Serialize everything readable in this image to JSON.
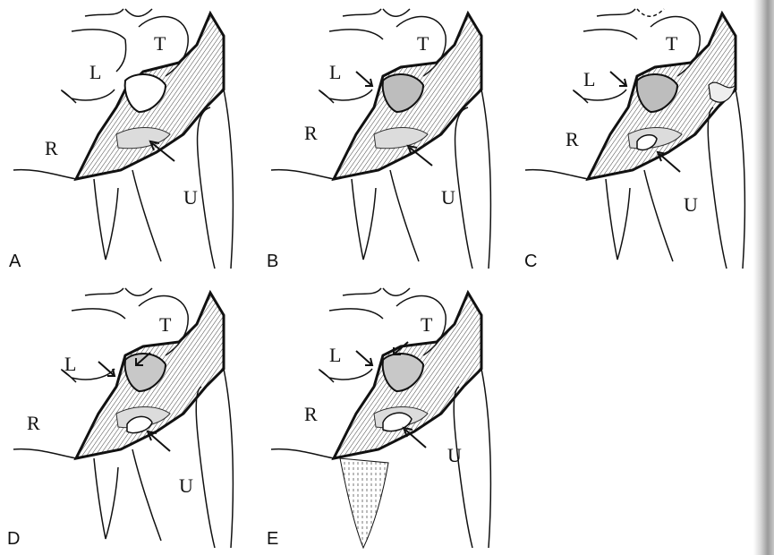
{
  "colors": {
    "ink": "#111111",
    "paper": "#ffffff",
    "shade": "#cfcfcf",
    "hatch": "#555555"
  },
  "panels": [
    {
      "id": "A",
      "labels": {
        "l": "L",
        "t": "T",
        "r": "R",
        "u": "U"
      },
      "variant": "normal"
    },
    {
      "id": "B",
      "labels": {
        "l": "L",
        "t": "T",
        "r": "R",
        "u": "U"
      },
      "variant": "filled"
    },
    {
      "id": "C",
      "labels": {
        "l": "L",
        "t": "T",
        "r": "R",
        "u": "U"
      },
      "variant": "cavity-irregular"
    },
    {
      "id": "D",
      "labels": {
        "l": "L",
        "t": "T",
        "r": "R",
        "u": "U"
      },
      "variant": "double-arrow"
    },
    {
      "id": "E",
      "labels": {
        "l": "L",
        "t": "T",
        "r": "R",
        "u": "U"
      },
      "variant": "stippled-apex"
    }
  ]
}
